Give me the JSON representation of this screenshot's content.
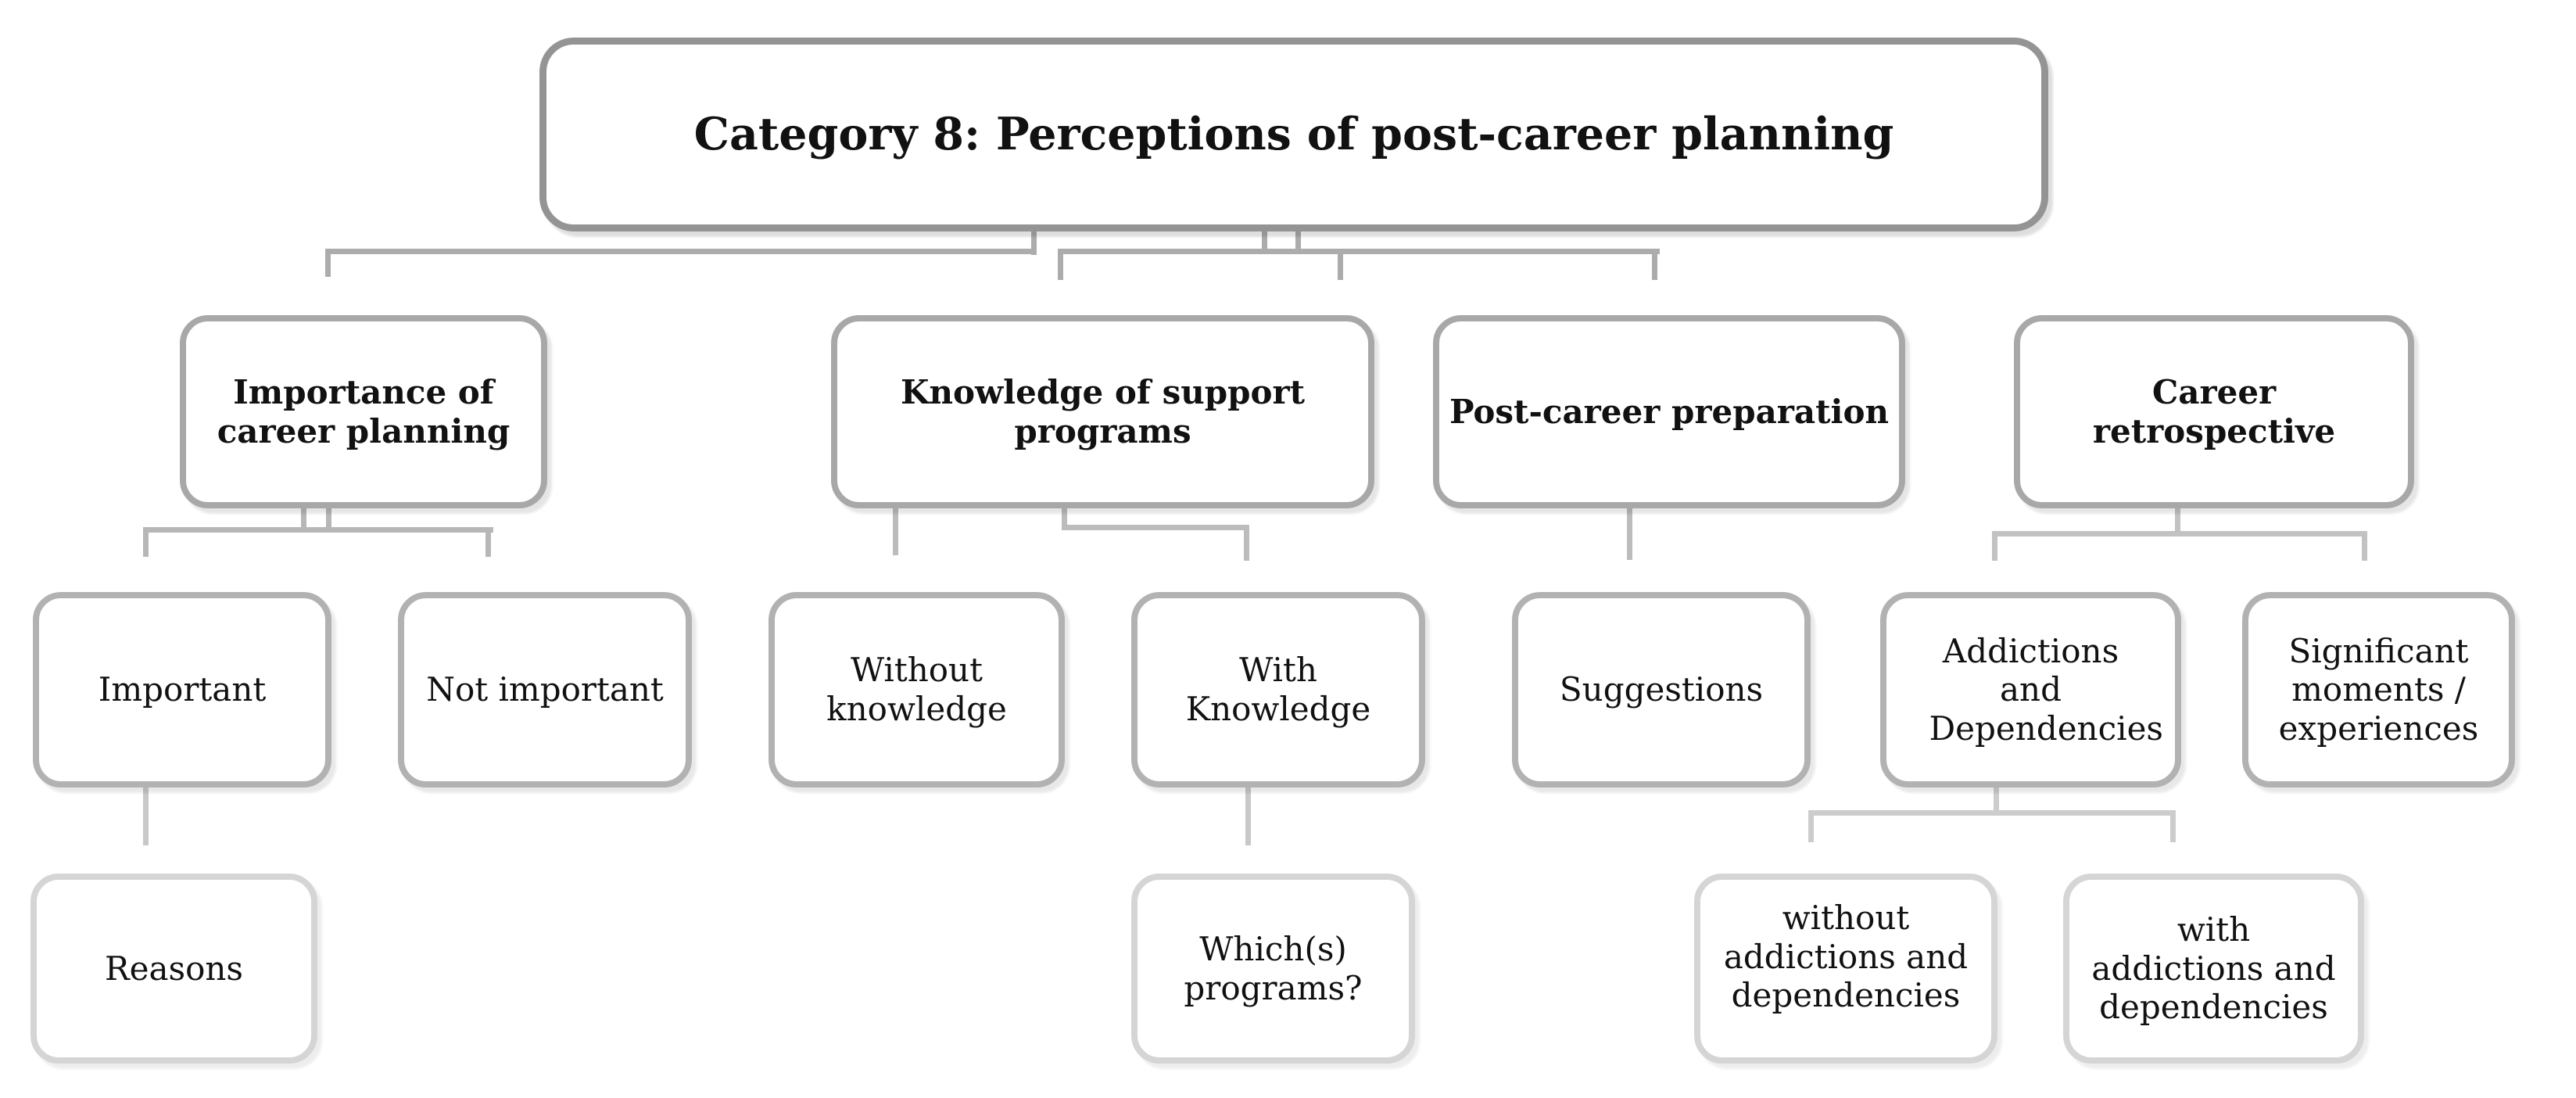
{
  "diagram_type": "hierarchy-tree",
  "palette": {
    "title_border": "#949494",
    "level2_border": "#a8a8a8",
    "level3_border": "#b2b2b2",
    "level4_border": "#d5d5d5",
    "connector": "#b9b9b9",
    "box_fill": "#ffffff",
    "text": "#111111"
  },
  "nodes": {
    "title": {
      "label": "Category 8: Perceptions of post-career planning"
    },
    "importance": {
      "label": "Importance of career planning"
    },
    "knowledge": {
      "label": "Knowledge of support programs"
    },
    "postcareer": {
      "label": "Post-career preparation"
    },
    "retrospective": {
      "label": "Career retrospective"
    },
    "important": {
      "label": "Important"
    },
    "not_important": {
      "label": "Not important"
    },
    "without_knowledge": {
      "label": "Without knowledge"
    },
    "with_knowledge": {
      "label": "With Knowledge"
    },
    "suggestions": {
      "label": "Suggestions"
    },
    "addictions": {
      "label": "Addictions and Dependencies"
    },
    "significant": {
      "label": "Significant moments / experiences"
    },
    "reasons": {
      "label": "Reasons"
    },
    "which_programs": {
      "label": "Which(s) programs?"
    },
    "without_addictions": {
      "label": "without addictions and dependencies"
    },
    "with_addictions": {
      "label": "with addictions and dependencies"
    }
  },
  "edges": [
    [
      "title",
      "importance"
    ],
    [
      "title",
      "knowledge"
    ],
    [
      "title",
      "postcareer"
    ],
    [
      "title",
      "retrospective"
    ],
    [
      "importance",
      "important"
    ],
    [
      "importance",
      "not_important"
    ],
    [
      "knowledge",
      "without_knowledge"
    ],
    [
      "knowledge",
      "with_knowledge"
    ],
    [
      "postcareer",
      "suggestions"
    ],
    [
      "retrospective",
      "addictions"
    ],
    [
      "retrospective",
      "significant"
    ],
    [
      "important",
      "reasons"
    ],
    [
      "with_knowledge",
      "which_programs"
    ],
    [
      "addictions",
      "without_addictions"
    ],
    [
      "addictions",
      "with_addictions"
    ]
  ]
}
